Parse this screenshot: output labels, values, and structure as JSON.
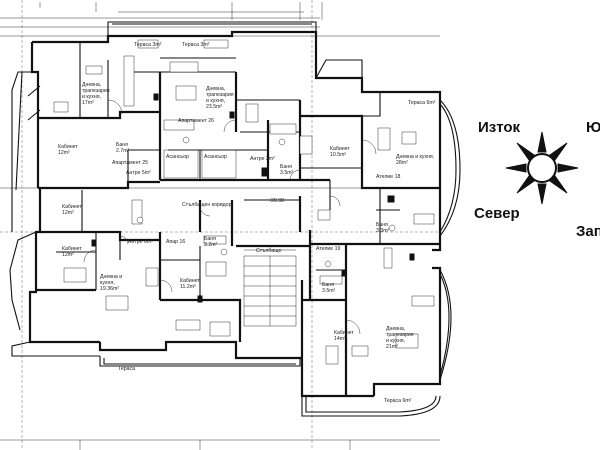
{
  "rooms": [
    {
      "id": "terrace-top-1",
      "lines": [
        "Тераса 3m²"
      ]
    },
    {
      "id": "terrace-top-2",
      "lines": [
        "Тераса 3m²"
      ]
    },
    {
      "id": "living-a",
      "lines": [
        "Дневна,",
        "трапезария",
        "и кухня,",
        "17m²"
      ]
    },
    {
      "id": "living-b",
      "lines": [
        "Дневна,",
        "трапезария",
        "и кухня,",
        "23.5m²"
      ]
    },
    {
      "id": "apartment-26",
      "lines": [
        "Апартамент 26"
      ]
    },
    {
      "id": "office-12a",
      "lines": [
        "Кабинет",
        "12m²"
      ]
    },
    {
      "id": "bath-a",
      "lines": [
        "Баня",
        "2.7m²"
      ]
    },
    {
      "id": "apartment-25",
      "lines": [
        "Апартамент 25"
      ]
    },
    {
      "id": "elevator-1",
      "lines": [
        "Асансьор"
      ]
    },
    {
      "id": "elevator-2",
      "lines": [
        "Асансьор"
      ]
    },
    {
      "id": "antre-3",
      "lines": [
        "Антре 3m²"
      ]
    },
    {
      "id": "bath-b",
      "lines": [
        "Баня",
        "3.5m²"
      ]
    },
    {
      "id": "office-105",
      "lines": [
        "Кабинет",
        "10.5m²"
      ]
    },
    {
      "id": "terrace-6-right",
      "lines": [
        "Тераса 6m²"
      ]
    },
    {
      "id": "living-c",
      "lines": [
        "Дневна и кухня,",
        "28m²"
      ]
    },
    {
      "id": "antre-5",
      "lines": [
        "Антре 5m²"
      ]
    },
    {
      "id": "atelier-18",
      "lines": [
        "Ателие 18"
      ]
    },
    {
      "id": "corridor",
      "lines": [
        "Стълбищен коридор"
      ]
    },
    {
      "id": "level",
      "lines": [
        "+20.98"
      ]
    },
    {
      "id": "office-12b",
      "lines": [
        "Кабинет",
        "12m²"
      ]
    },
    {
      "id": "antre-6",
      "lines": [
        "Антре 6m²"
      ]
    },
    {
      "id": "apartment-16",
      "lines": [
        "Апар 16"
      ]
    },
    {
      "id": "bath-c",
      "lines": [
        "Баня",
        "3.2m²"
      ]
    },
    {
      "id": "stairs",
      "lines": [
        "Стълбище"
      ]
    },
    {
      "id": "atelier-19",
      "lines": [
        "Ателие 19"
      ]
    },
    {
      "id": "office-left",
      "lines": [
        "Кабинет",
        "12m²"
      ]
    },
    {
      "id": "bath-d",
      "lines": [
        "Баня",
        "3.3m²"
      ]
    },
    {
      "id": "living-d",
      "lines": [
        "Дневна и",
        "кухня,",
        "19.36m²"
      ]
    },
    {
      "id": "office-112",
      "lines": [
        "Кабинет",
        "11.2m²"
      ]
    },
    {
      "id": "bath-e",
      "lines": [
        "Баня",
        "3.5m²"
      ]
    },
    {
      "id": "office-14",
      "lines": [
        "Кабинет",
        "14m²"
      ]
    },
    {
      "id": "living-e",
      "lines": [
        "Дневна,",
        "трапезария",
        "и кухня,",
        "21m²"
      ]
    },
    {
      "id": "terrace-bottom-left",
      "lines": [
        "Тераса"
      ]
    },
    {
      "id": "terrace-bottom-right",
      "lines": [
        "Тераса 6m²"
      ]
    }
  ],
  "compass": {
    "east": "Изток",
    "south_partial": "Ю",
    "north": "Север",
    "west_partial": "Зап"
  }
}
